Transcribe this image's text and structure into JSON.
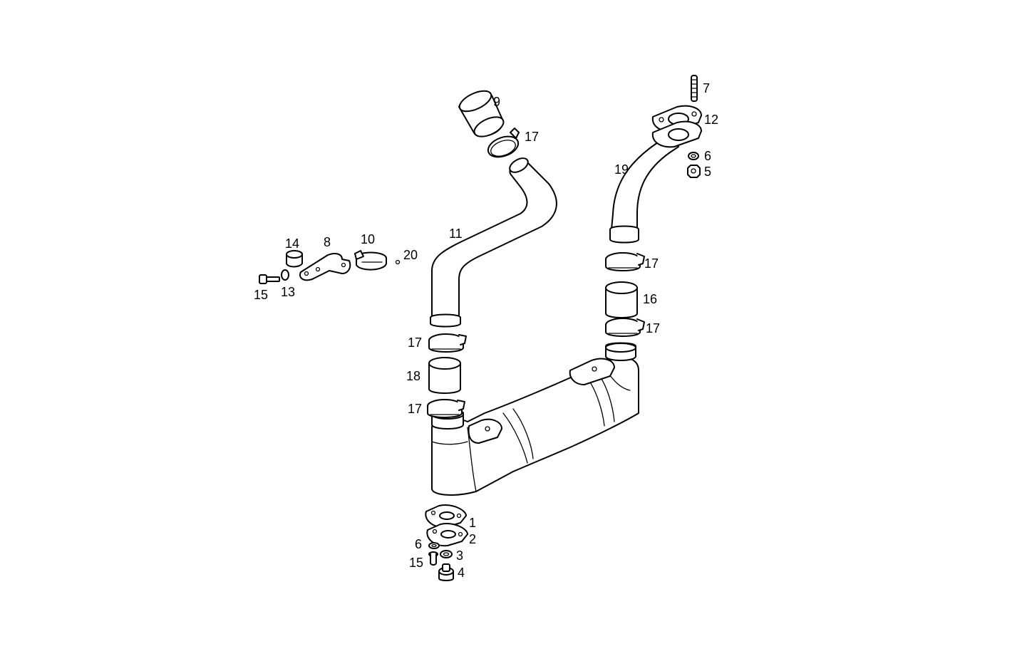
{
  "callouts": {
    "p1": "1",
    "p2": "2",
    "p3": "3",
    "p4": "4",
    "p5": "5",
    "p6_top": "6",
    "p6_bottom": "6",
    "p7": "7",
    "p8": "8",
    "p9": "9",
    "p10": "10",
    "p11": "11",
    "p12": "12",
    "p13": "13",
    "p14": "14",
    "p15_left": "15",
    "p15_bottom": "15",
    "p16": "16",
    "p17_a": "17",
    "p17_b": "17",
    "p17_c": "17",
    "p17_d": "17",
    "p17_e": "17",
    "p18": "18",
    "p19": "19",
    "p20": "20"
  },
  "colors": {
    "line": "#000000",
    "background": "#ffffff",
    "sleeve_texture": "#000000"
  }
}
